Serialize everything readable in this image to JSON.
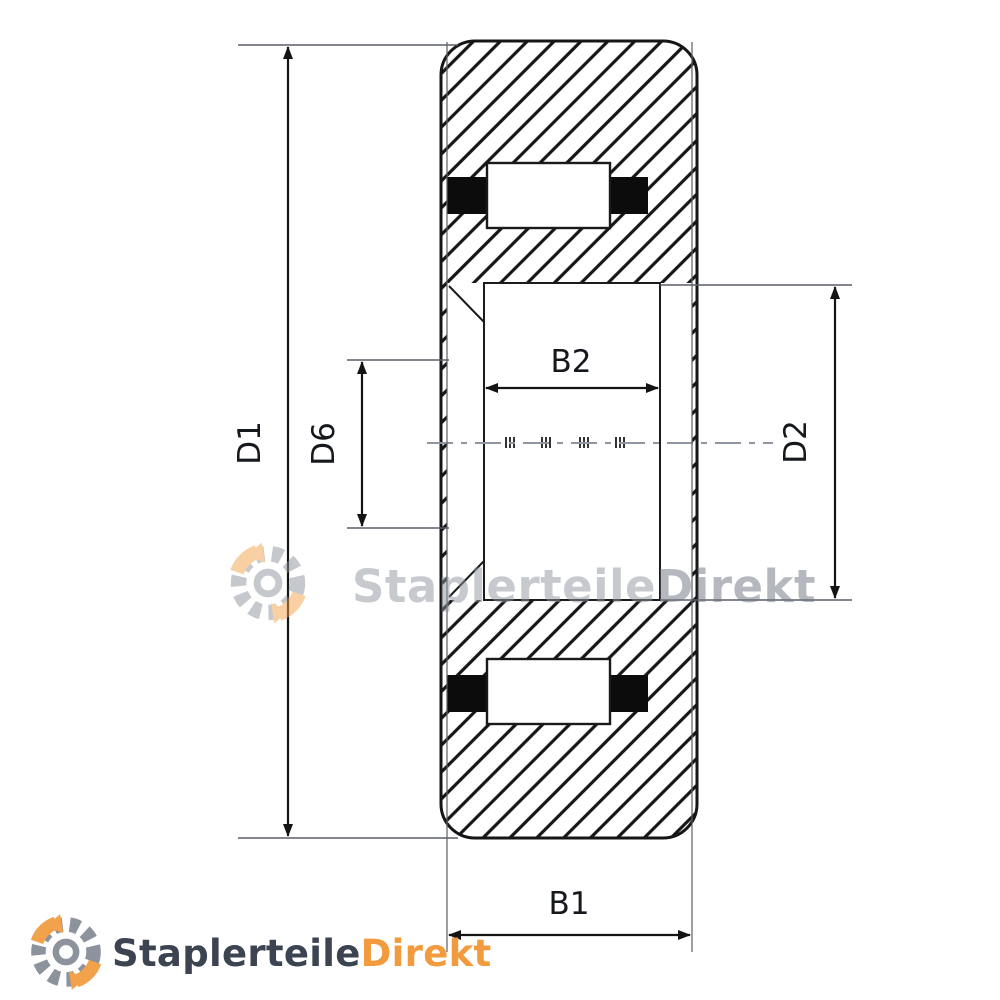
{
  "diagram": {
    "title": "wheel-cross-section-technical-drawing",
    "labels": {
      "d1": "D1",
      "d6": "D6",
      "b2": "B2",
      "d2": "D2",
      "b1": "B1"
    }
  },
  "watermark": {
    "brand_primary": "Staplerteile",
    "brand_accent": "Direkt"
  },
  "footer_logo": {
    "brand_primary": "Staplerteile",
    "brand_accent": "Direkt"
  },
  "colors": {
    "line_black": "#141414",
    "extension_gray": "#5a5f66",
    "accent_orange": "#f29a3e",
    "brand_dark": "#3d4451",
    "watermark_gray": "#8f959e",
    "watermark_dark": "#6e7580"
  }
}
